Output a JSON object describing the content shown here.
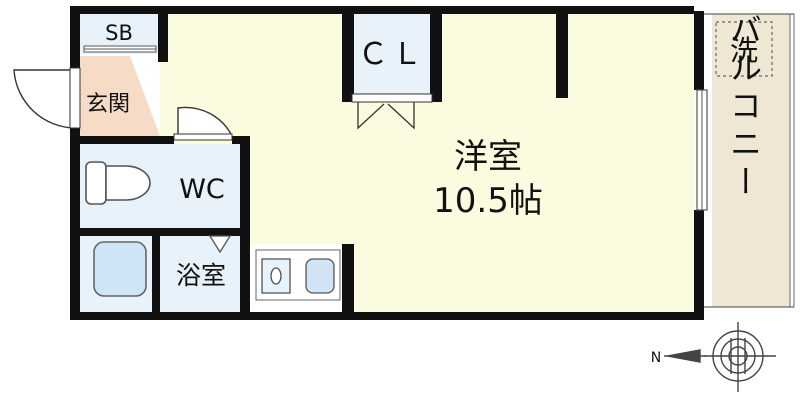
{
  "colors": {
    "wall": "#111111",
    "main_room": "#fbfbdf",
    "wet_area": "#e7f2fb",
    "entrance": "#f6dcc7",
    "balcony": "#efe6d3",
    "white": "#ffffff"
  },
  "rooms": {
    "shoe_box": "SB",
    "entrance": "玄関",
    "closet": "ＣＬ",
    "toilet": "WC",
    "bathroom": "浴室",
    "main_room": "洋室",
    "main_room_size": "10.5帖",
    "laundry": "洗",
    "balcony": "バルコニー"
  },
  "compass": {
    "north_label": "N",
    "icon": "compass-rose-icon"
  }
}
